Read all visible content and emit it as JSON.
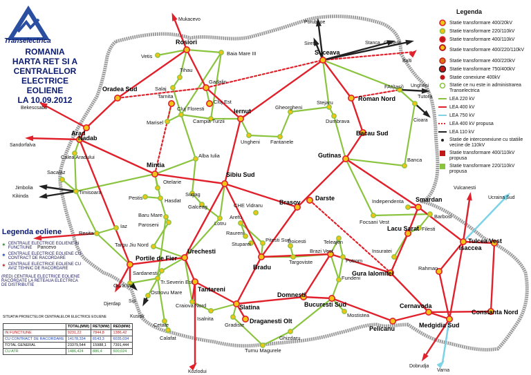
{
  "header": {
    "logo_text": "Transelectrica",
    "title_lines": [
      "ROMANIA",
      "HARTA RET SI A",
      "CENTRALELOR",
      "ELECTRICE",
      "EOLIENE",
      "LA 10.09.2012"
    ]
  },
  "colors": {
    "lea400": "#e0202a",
    "lea220": "#8ac43f",
    "lea750": "#7fd3e6",
    "lea110": "#222222",
    "map_bg": "#ffffff",
    "border_gray": "#9a9a9a"
  },
  "legend": {
    "title": "Legenda",
    "items": [
      {
        "symbol": "st400",
        "label": "Statie transformare 400/20kV"
      },
      {
        "symbol": "st220",
        "label": "Statie transformare 220/110kV"
      },
      {
        "symbol": "st400_110",
        "label": "Statie transformare 400/110kV"
      },
      {
        "symbol": "st400_220_110",
        "label": "Statie transformare 400/220/110kV"
      },
      {
        "symbol": "st400_220",
        "label": "Statie transformare 400/220kV"
      },
      {
        "symbol": "st750",
        "label": "Statie transformare 750/400kV"
      },
      {
        "symbol": "sc400",
        "label": "Statie conexiune 400kV"
      },
      {
        "symbol": "outside",
        "label": "Statie ce nu este in administrarea Transelectrica"
      },
      {
        "symbol": "lea220",
        "label": "LEA 220 kV"
      },
      {
        "symbol": "lea400",
        "label": "LEA 400 kV"
      },
      {
        "symbol": "lea750",
        "label": "LEA 750 kV"
      },
      {
        "symbol": "lea400p",
        "label": "LEA 400 kV propusa"
      },
      {
        "symbol": "lea110",
        "label": "LEA 110 kV"
      },
      {
        "symbol": "interc",
        "label": "Statie de interconexiune cu statiile vecine de 110kV"
      },
      {
        "symbol": "prop400",
        "label": "Statie transformare 400/110kV propusa"
      },
      {
        "symbol": "prop220",
        "label": "Statie transformare 220/110kV propusa"
      }
    ]
  },
  "wind_legend": {
    "title": "Legenda eoliene",
    "items": [
      "CENTRALE ELECTRICE EOLIENE IN FUNCTIUNE",
      "CENTRALE ELECTRICE EOLIENE CU CONTRACT DE RACORDARE",
      "CENTRALE ELECTRICE EOLIENE CU AVIZ TEHNIC DE RACORDARE",
      "(RED) CENTRALE ELECTRICE EOLIENE RACORDATE LA RETEAUA ELECTRICA DE DISTRIBUTIE"
    ]
  },
  "table": {
    "caption": "SITUATIA PROIECTELOR CENTRALELOR ELECTRICE EOLIENE",
    "headers": [
      "",
      "TOTAL(MW)",
      "RET(MW)",
      "RED(MW)"
    ],
    "rows": [
      [
        "IN FUNCTIUNE",
        "9231,22",
        "7844,8",
        "1386,42"
      ],
      [
        "CU CONTRACT DE RACORDARE",
        "14178,334",
        "8143,3",
        "6035,034"
      ],
      [
        "TOTAL GENERAL",
        "23379,544",
        "15988,1",
        "7391,444"
      ],
      [
        "CU ATR",
        "1486,424",
        "886,4",
        "600,024"
      ]
    ]
  },
  "stations": [
    {
      "name": "Rosiori"
    },
    {
      "name": "Baia Mare III"
    },
    {
      "name": "Vetis"
    },
    {
      "name": "Oradea Sud"
    },
    {
      "name": "Tihau"
    },
    {
      "name": "Salaj"
    },
    {
      "name": "Gadalin"
    },
    {
      "name": "Tarnita"
    },
    {
      "name": "Cluj Est"
    },
    {
      "name": "Cluj Floresti"
    },
    {
      "name": "Marisel"
    },
    {
      "name": "Campia Turzii"
    },
    {
      "name": "Iernut"
    },
    {
      "name": "Nadab"
    },
    {
      "name": "Arad"
    },
    {
      "name": "Calea Aradului"
    },
    {
      "name": "Mintia"
    },
    {
      "name": "Alba Iulia"
    },
    {
      "name": "Sibiu Sud"
    },
    {
      "name": "Sacalaz"
    },
    {
      "name": "Timisoara"
    },
    {
      "name": "Otelarie"
    },
    {
      "name": "Hasdat"
    },
    {
      "name": "Pestis"
    },
    {
      "name": "Sugag"
    },
    {
      "name": "Galceag"
    },
    {
      "name": "Baru Mare"
    },
    {
      "name": "Paroseni"
    },
    {
      "name": "Lotru"
    },
    {
      "name": "Resita"
    },
    {
      "name": "Iaz"
    },
    {
      "name": "Targu Jiu Nord"
    },
    {
      "name": "Urechesti"
    },
    {
      "name": "Portile de Fier"
    },
    {
      "name": "Gura Vaii"
    },
    {
      "name": "Tr.Severin Est"
    },
    {
      "name": "Sardanesti"
    },
    {
      "name": "Tantareni"
    },
    {
      "name": "Ostrovu Mare"
    },
    {
      "name": "Cetate"
    },
    {
      "name": "Calafat"
    },
    {
      "name": "Craiova Nord"
    },
    {
      "name": "Isalnita"
    },
    {
      "name": "Slatina"
    },
    {
      "name": "Gradiste"
    },
    {
      "name": "Draganesti Olt"
    },
    {
      "name": "Turnu Magurele"
    },
    {
      "name": "Suceava"
    },
    {
      "name": "Roman Nord"
    },
    {
      "name": "FAI(Iasi)"
    },
    {
      "name": "Tutora"
    },
    {
      "name": "Stejaru"
    },
    {
      "name": "Gheorgheni"
    },
    {
      "name": "Dumbrava"
    },
    {
      "name": "Ungheni"
    },
    {
      "name": "Fantanele"
    },
    {
      "name": "Bacau Sud"
    },
    {
      "name": "Gutinas"
    },
    {
      "name": "Banca"
    },
    {
      "name": "Brasov"
    },
    {
      "name": "Darste"
    },
    {
      "name": "CHE Vidraru"
    },
    {
      "name": "Arefu"
    },
    {
      "name": "Raureni"
    },
    {
      "name": "Stuparei"
    },
    {
      "name": "Pitesti Sud"
    },
    {
      "name": "Bradu"
    },
    {
      "name": "Doicesti"
    },
    {
      "name": "Targoviste"
    },
    {
      "name": "Teleajen"
    },
    {
      "name": "Brazi Vest"
    },
    {
      "name": "Potrom"
    },
    {
      "name": "Fundeni"
    },
    {
      "name": "Domnesti"
    },
    {
      "name": "Bucuresti Sud"
    },
    {
      "name": "Mostistea"
    },
    {
      "name": "Ghizdaru"
    },
    {
      "name": "Focsani Vest"
    },
    {
      "name": "Independenta"
    },
    {
      "name": "Smardan"
    },
    {
      "name": "Barbosi"
    },
    {
      "name": "Filesti"
    },
    {
      "name": "Lacu Sarat"
    },
    {
      "name": "Isaccea"
    },
    {
      "name": "Tulcea Vest"
    },
    {
      "name": "Insuratei"
    },
    {
      "name": "Gura Ialomitei"
    },
    {
      "name": "Rahman"
    },
    {
      "name": "Cernavoda"
    },
    {
      "name": "Pelicanu"
    },
    {
      "name": "Constanta Nord"
    },
    {
      "name": "Medgidia Sud"
    }
  ],
  "external": [
    {
      "name": "Mukacevo"
    },
    {
      "name": "Porubnoe"
    },
    {
      "name": "Siret"
    },
    {
      "name": "Stanca"
    },
    {
      "name": "Costesti"
    },
    {
      "name": "Balti"
    },
    {
      "name": "Ungheni"
    },
    {
      "name": "Cioara"
    },
    {
      "name": "Bekescsaba"
    },
    {
      "name": "Sandorfalva"
    },
    {
      "name": "Jimbolia"
    },
    {
      "name": "Kikinda"
    },
    {
      "name": "Pancevo"
    },
    {
      "name": "Djerdap"
    },
    {
      "name": "Sip"
    },
    {
      "name": "Kusiak"
    },
    {
      "name": "Kozlodui"
    },
    {
      "name": "Dobrudja"
    },
    {
      "name": "Varna"
    },
    {
      "name": "Vulcanesti"
    },
    {
      "name": "Ucraina Sud"
    }
  ]
}
